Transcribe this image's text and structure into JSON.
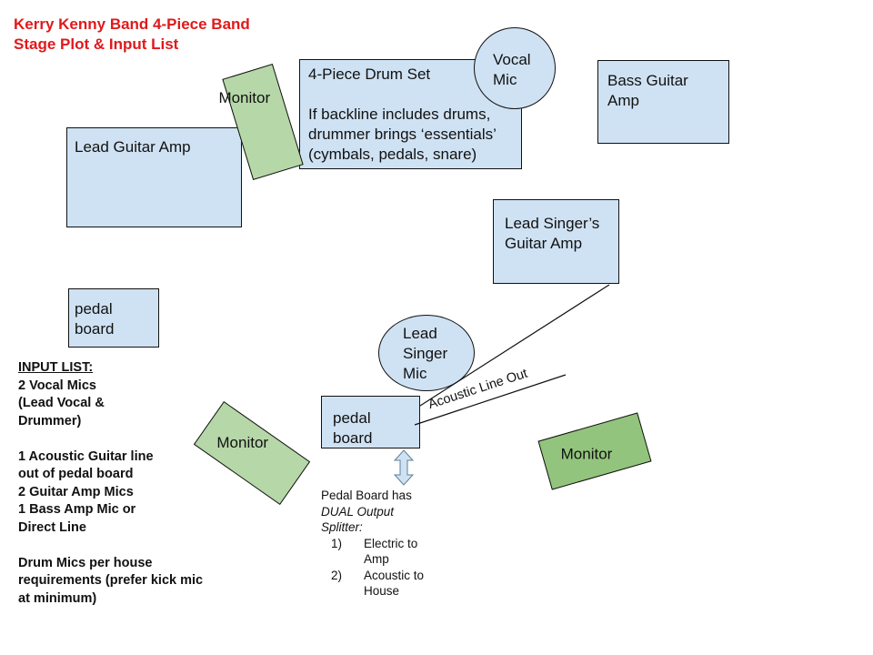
{
  "title": {
    "line1": "Kerry Kenny Band 4-Piece Band",
    "line2": "Stage Plot & Input List"
  },
  "stage": {
    "drum_set": {
      "heading": "4-Piece Drum Set",
      "note_line1": "If backline includes drums,",
      "note_line2": "drummer brings ‘essentials’",
      "note_line3": "(cymbals, pedals, snare)"
    },
    "vocal_mic": {
      "line1": "Vocal",
      "line2": "Mic"
    },
    "bass_amp": {
      "line1": "Bass Guitar",
      "line2": "Amp"
    },
    "lead_guitar_amp": {
      "label": "Lead Guitar Amp"
    },
    "monitor_top": {
      "label": "Monitor"
    },
    "lead_singer_amp": {
      "line1": "Lead Singer’s",
      "line2": "Guitar Amp"
    },
    "pedal_board_left": {
      "line1": "pedal",
      "line2": "board"
    },
    "lead_singer_mic": {
      "line1": "Lead",
      "line2": "Singer",
      "line3": "Mic"
    },
    "pedal_board_center": {
      "line1": "pedal",
      "line2": "board"
    },
    "monitor_left": {
      "label": "Monitor"
    },
    "monitor_right": {
      "label": "Monitor"
    },
    "acoustic_line_label": "Acoustic Line Out"
  },
  "input_list": {
    "heading": "INPUT LIST:",
    "group1": [
      "2 Vocal Mics",
      "(Lead Vocal &",
      "Drummer)"
    ],
    "group2": [
      "1 Acoustic Guitar line",
      "out of pedal board",
      "2 Guitar Amp Mics",
      "1 Bass Amp Mic or",
      "Direct Line"
    ],
    "group3": [
      "Drum Mics per house",
      "requirements (prefer kick mic",
      "at minimum)"
    ]
  },
  "pedal_note": {
    "line1": "Pedal Board has",
    "line2": "DUAL Output",
    "line3": "Splitter:",
    "items": [
      {
        "num": "1)",
        "line1": "Electric to",
        "line2": "Amp"
      },
      {
        "num": "2)",
        "line1": "Acoustic to",
        "line2": "House"
      }
    ]
  },
  "colors": {
    "title": "#e0191b",
    "equipment_fill": "#cfe2f3",
    "monitor_light": "#b6d7a8",
    "monitor_dark": "#93c47d"
  }
}
